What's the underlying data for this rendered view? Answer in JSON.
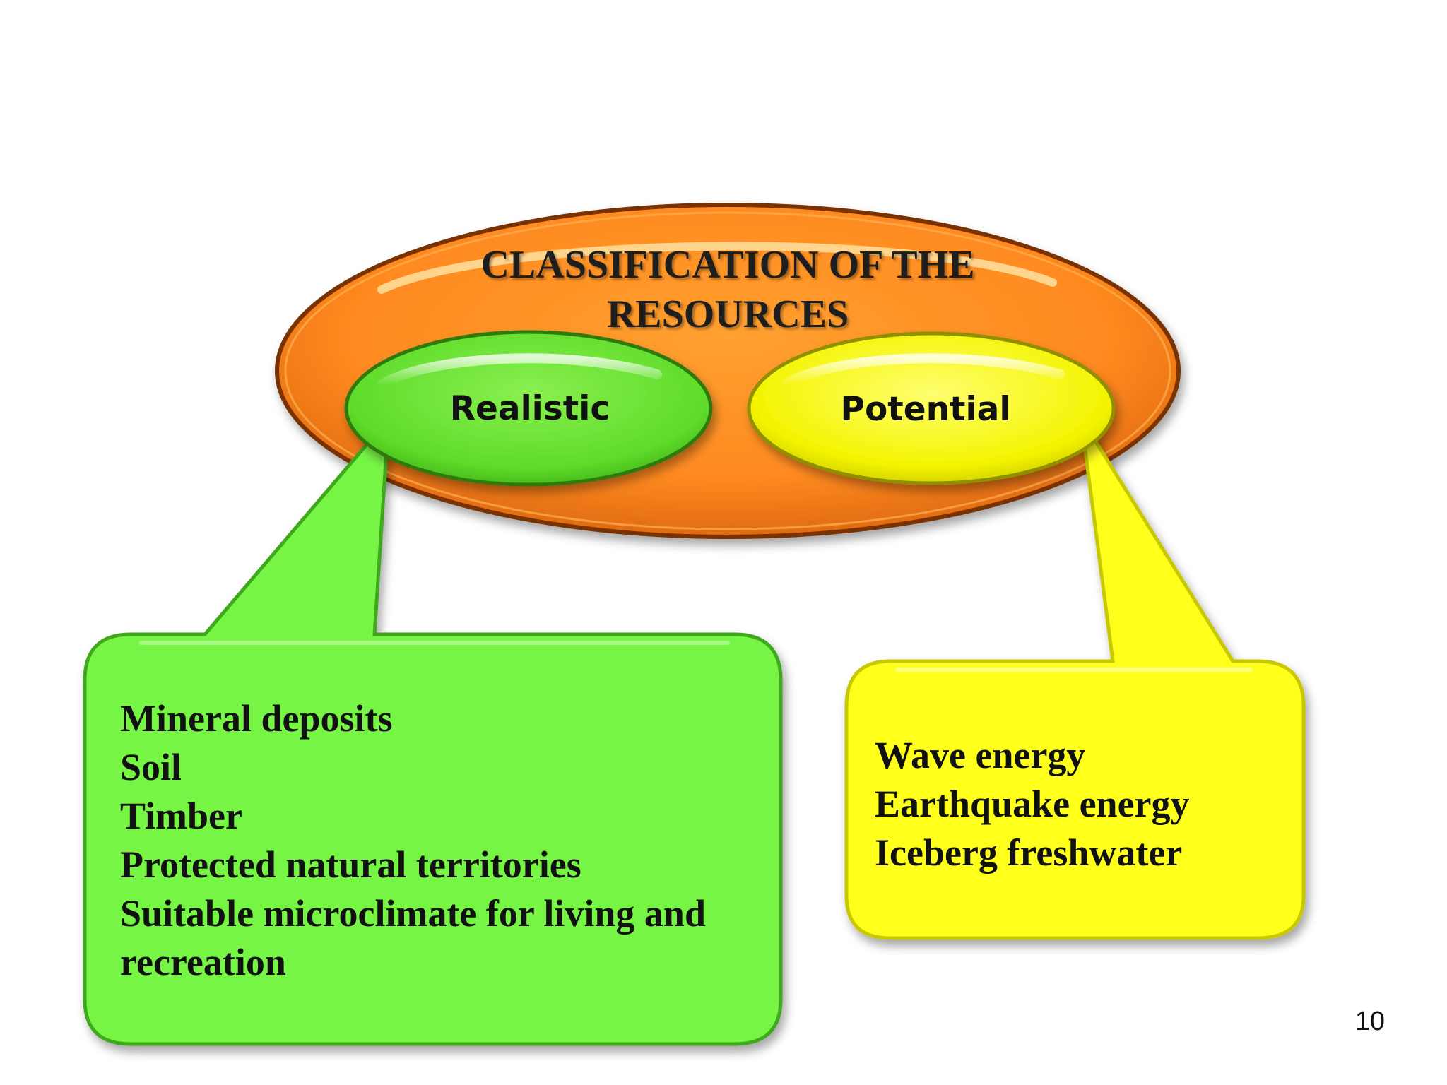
{
  "title": {
    "line1": "CLASSIFICATION OF THE",
    "line2": "RESOURCES"
  },
  "categories": [
    {
      "label": "Realistic",
      "color": "#66ee33",
      "items": [
        "Mineral deposits",
        "Soil",
        "Timber",
        "Protected natural territories",
        "Suitable microclimate for living and recreation"
      ]
    },
    {
      "label": "Potential",
      "color": "#ffff00",
      "items": [
        "Wave energy",
        "Earthquake energy",
        "Iceberg freshwater"
      ]
    }
  ],
  "colors": {
    "main_oval": "#ff8a20",
    "realistic": "#66ee33",
    "potential": "#ffff00"
  },
  "page_number": "10"
}
